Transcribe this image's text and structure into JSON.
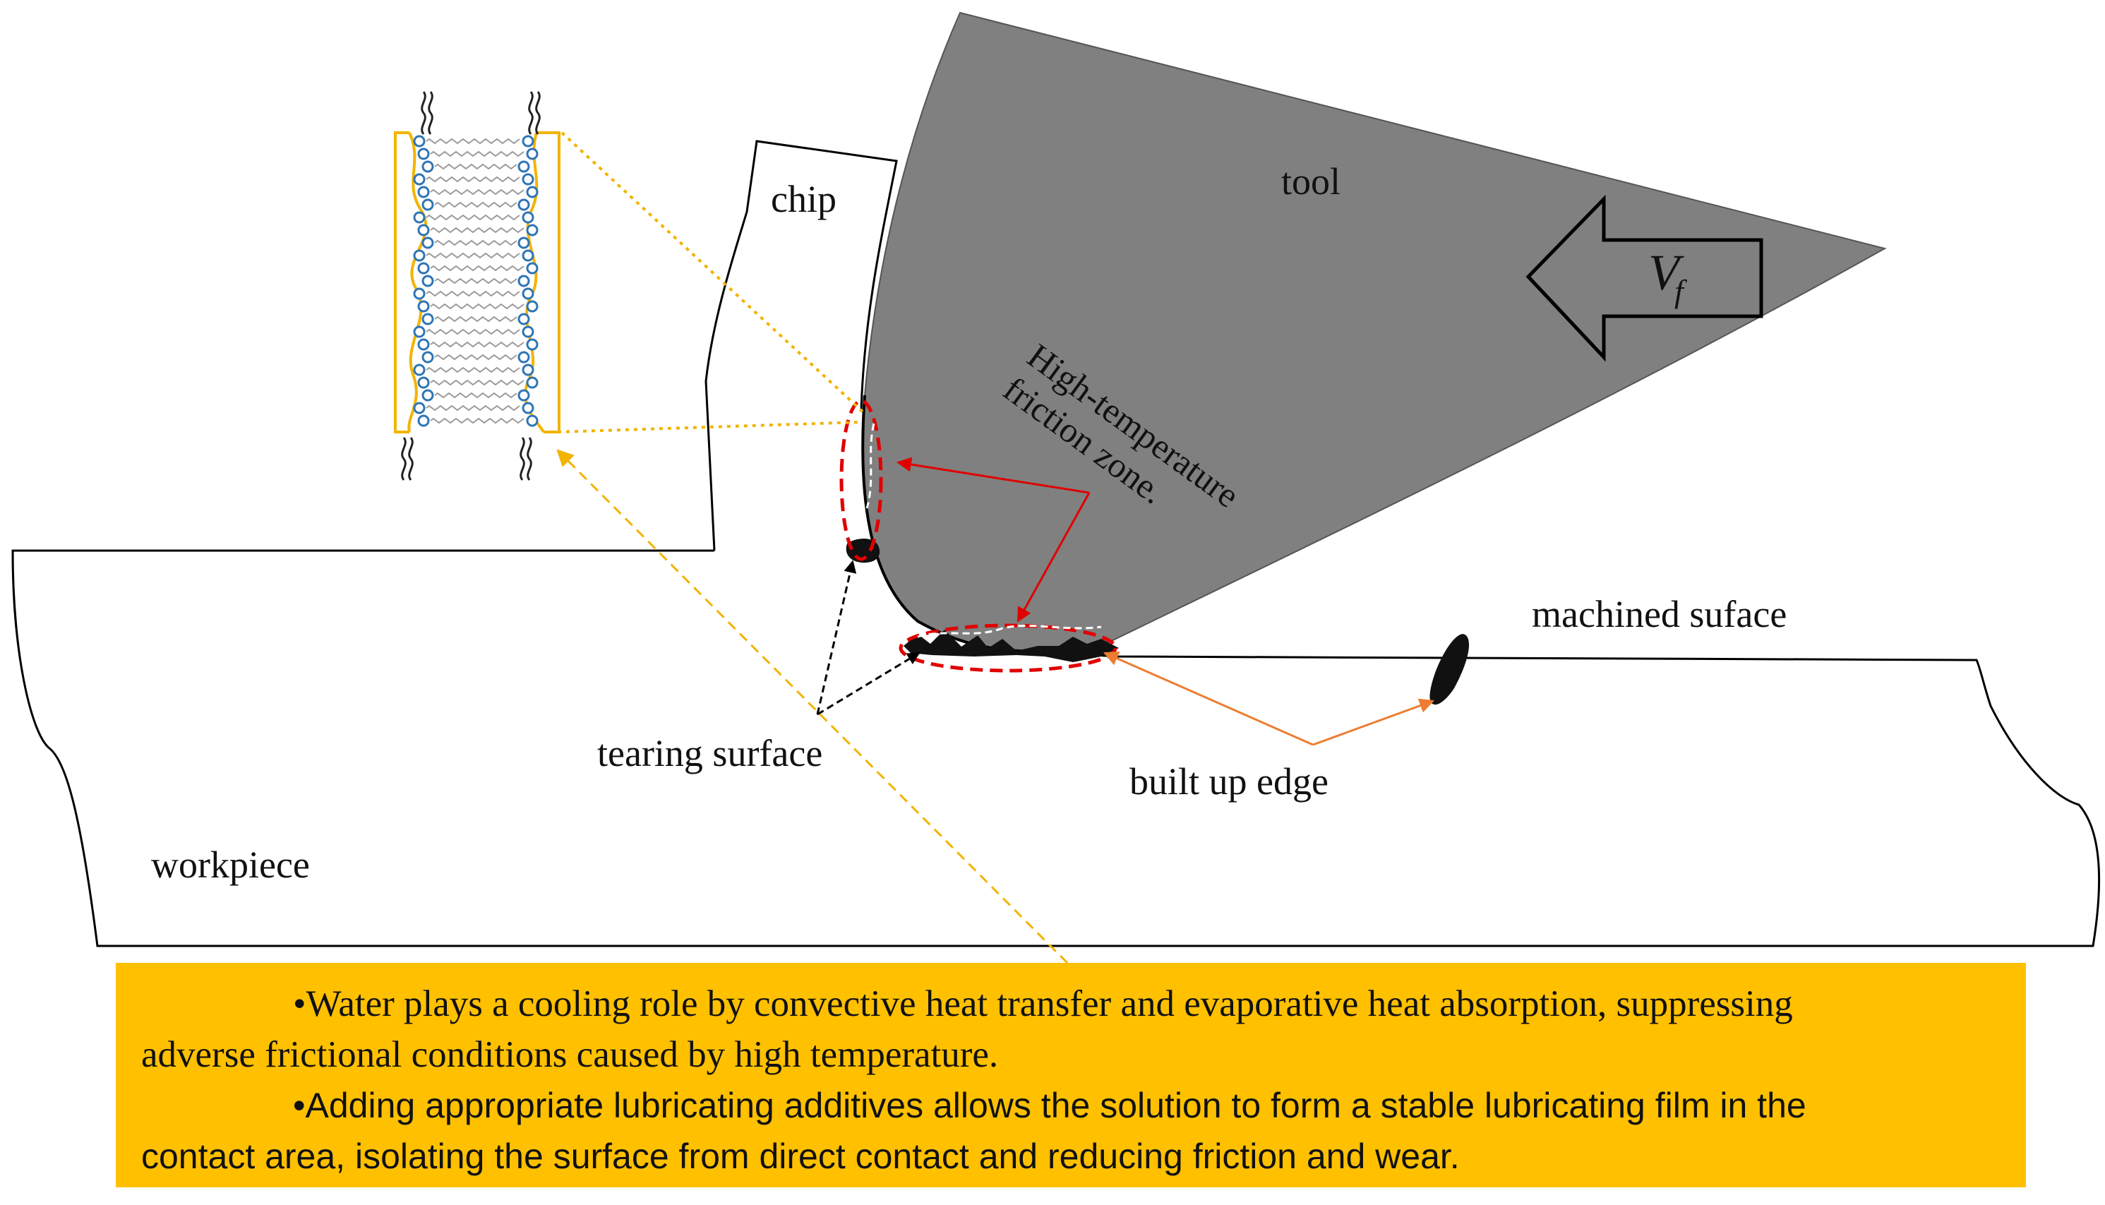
{
  "labels": {
    "chip": "chip",
    "tool": "tool",
    "feed_symbol": "V",
    "feed_subscript": "f",
    "friction_zone_line1": "High-temperature",
    "friction_zone_line2": "friction zone.",
    "machined_surface": "machined suface",
    "tearing_surface": "tearing surface",
    "built_up_edge": "built up edge",
    "workpiece": "workpiece"
  },
  "notes": {
    "bullet": "•",
    "line1": "Water plays a cooling role by convective heat transfer and evaporative heat absorption, suppressing",
    "line2": "adverse frictional conditions caused by high temperature.",
    "line3": "Adding appropriate lubricating additives allows the solution to form a stable lubricating film in the",
    "line4": "contact area, isolating the surface from direct contact and reducing friction and wear."
  },
  "colors": {
    "tool_fill": "#808080",
    "highlight_red": "#E00000",
    "arrow_red": "#E00000",
    "arrow_orange": "#ED7D31",
    "film_outline": "#F2B400",
    "molecule_blue": "#2E75B6",
    "note_background": "#FFC000"
  }
}
